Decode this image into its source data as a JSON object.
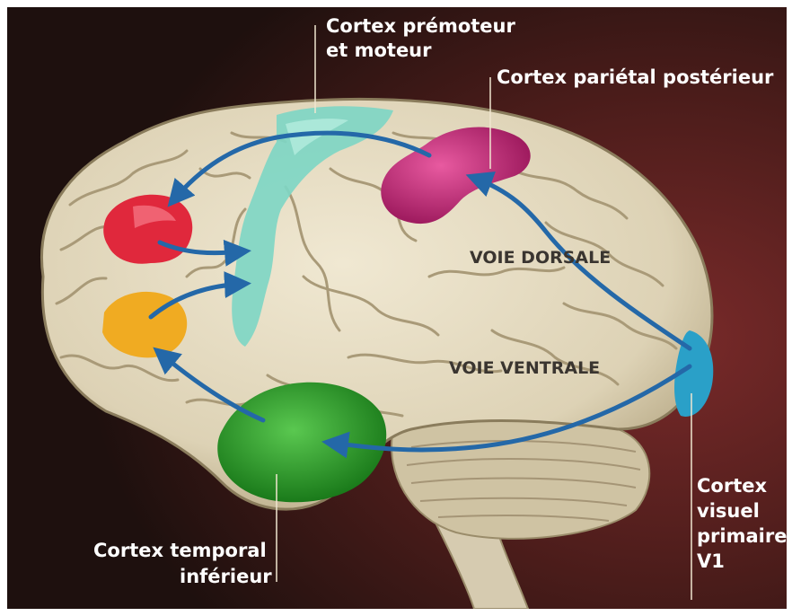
{
  "labels": {
    "premotor_line1": "Cortex prémoteur",
    "premotor_line2": "et moteur",
    "parietal": "Cortex pariétal postérieur",
    "dorsal": "VOIE DORSALE",
    "ventral": "VOIE VENTRALE",
    "temporal_line1": "Cortex temporal",
    "temporal_line2": "inférieur",
    "visual_line1": "Cortex",
    "visual_line2": "visuel",
    "visual_line3": "primaire",
    "visual_line4": "V1"
  },
  "colors": {
    "background_dark": "#2a1614",
    "background_red": "#6e2626",
    "brain": "#e6ddc4",
    "premotor": "#7fd6c4",
    "parietal": "#c7307e",
    "prefrontal_red": "#e0283c",
    "prefrontal_orange": "#f0ab22",
    "temporal": "#2e9c2a",
    "visual": "#2aa0c8",
    "arrow": "#2c7fb8"
  }
}
